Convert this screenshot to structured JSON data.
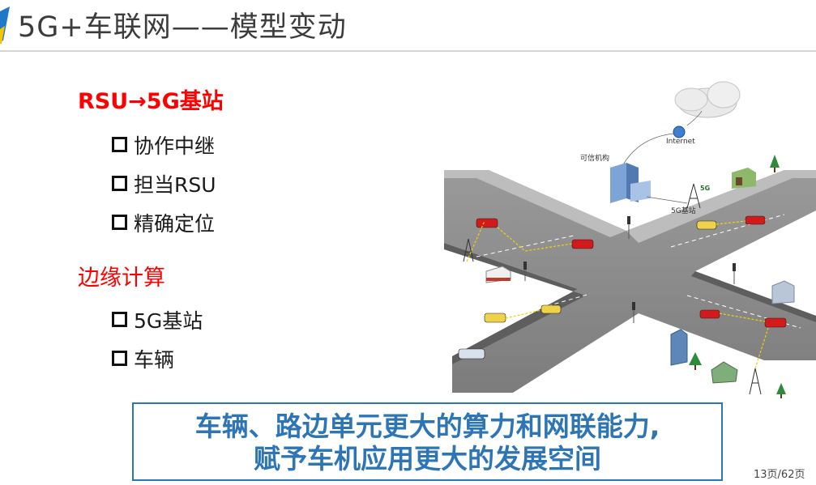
{
  "title": "5G+车联网——模型变动",
  "sections": [
    {
      "heading": "RSU→5G基站",
      "items": [
        "协作中继",
        "担当RSU",
        "精确定位"
      ]
    },
    {
      "heading": "边缘计算",
      "items": [
        "5G基站",
        "车辆"
      ]
    }
  ],
  "diagram": {
    "internet_label": "Internet",
    "org_label": "可信机构",
    "base_station_label": "5G基站",
    "badge_5g": "5G"
  },
  "callout": {
    "line1": "车辆、路边单元更大的算力和网联能力,",
    "line2": "赋予车机应用更大的发展空间"
  },
  "page_number": "13页/62页",
  "colors": {
    "accent_red": "#ff0000",
    "callout_blue": "#2e75b6",
    "logo_blue": "#1f78c8",
    "logo_yellow": "#f5c400"
  }
}
